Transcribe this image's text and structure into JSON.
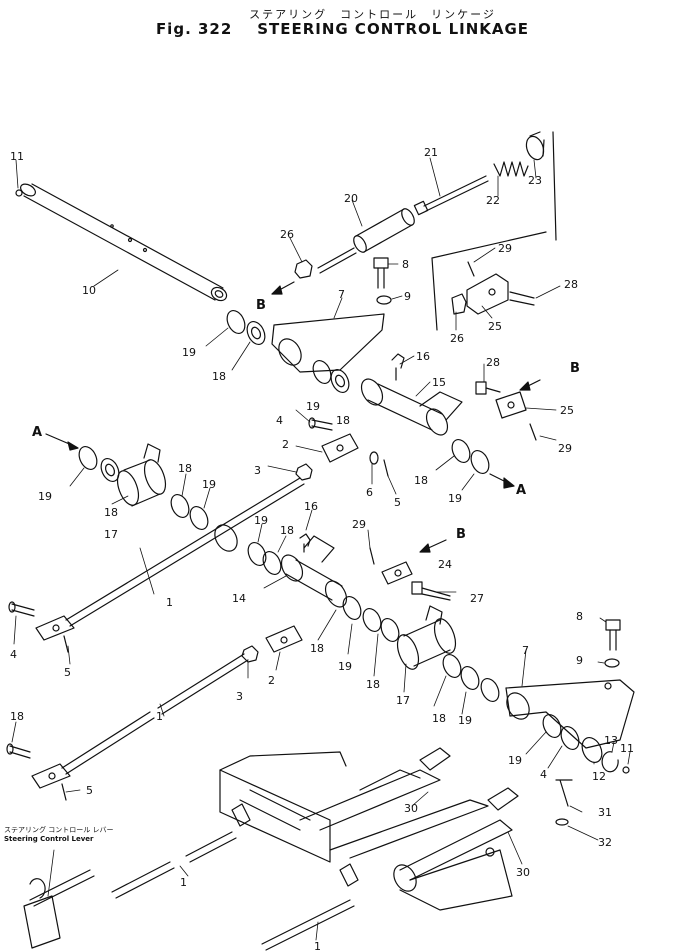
{
  "header": {
    "jp_title": "ステアリング　コントロール　リンケージ",
    "fig_label": "Fig. 322",
    "en_title": "STEERING CONTROL LINKAGE"
  },
  "caption": {
    "jp": "ステアリング コントロール レバー",
    "en": "Steering Control Lever"
  },
  "callouts": [
    {
      "text": "11"
    },
    {
      "text": "10"
    },
    {
      "text": "21"
    },
    {
      "text": "23"
    },
    {
      "text": "22"
    },
    {
      "text": "20"
    },
    {
      "text": "26"
    },
    {
      "text": "B"
    },
    {
      "text": "8"
    },
    {
      "text": "9"
    },
    {
      "text": "29"
    },
    {
      "text": "28"
    },
    {
      "text": "25"
    },
    {
      "text": "26"
    },
    {
      "text": "7"
    },
    {
      "text": "19"
    },
    {
      "text": "18"
    },
    {
      "text": "16"
    },
    {
      "text": "28"
    },
    {
      "text": "B"
    },
    {
      "text": "15"
    },
    {
      "text": "25"
    },
    {
      "text": "19"
    },
    {
      "text": "18"
    },
    {
      "text": "29"
    },
    {
      "text": "4"
    },
    {
      "text": "2"
    },
    {
      "text": "A"
    },
    {
      "text": "3"
    },
    {
      "text": "6"
    },
    {
      "text": "5"
    },
    {
      "text": "18"
    },
    {
      "text": "19"
    },
    {
      "text": "A"
    },
    {
      "text": "19"
    },
    {
      "text": "18"
    },
    {
      "text": "17"
    },
    {
      "text": "18"
    },
    {
      "text": "19"
    },
    {
      "text": "16"
    },
    {
      "text": "29"
    },
    {
      "text": "B"
    },
    {
      "text": "19"
    },
    {
      "text": "18"
    },
    {
      "text": "24"
    },
    {
      "text": "14"
    },
    {
      "text": "27"
    },
    {
      "text": "1"
    },
    {
      "text": "4"
    },
    {
      "text": "5"
    },
    {
      "text": "18"
    },
    {
      "text": "19"
    },
    {
      "text": "18"
    },
    {
      "text": "17"
    },
    {
      "text": "8"
    },
    {
      "text": "9"
    },
    {
      "text": "7"
    },
    {
      "text": "3"
    },
    {
      "text": "2"
    },
    {
      "text": "1"
    },
    {
      "text": "18"
    },
    {
      "text": "19"
    },
    {
      "text": "4"
    },
    {
      "text": "13"
    },
    {
      "text": "11"
    },
    {
      "text": "18"
    },
    {
      "text": "19"
    },
    {
      "text": "12"
    },
    {
      "text": "5"
    },
    {
      "text": "31"
    },
    {
      "text": "30"
    },
    {
      "text": "32"
    },
    {
      "text": "30"
    },
    {
      "text": "1"
    },
    {
      "text": "1"
    }
  ]
}
